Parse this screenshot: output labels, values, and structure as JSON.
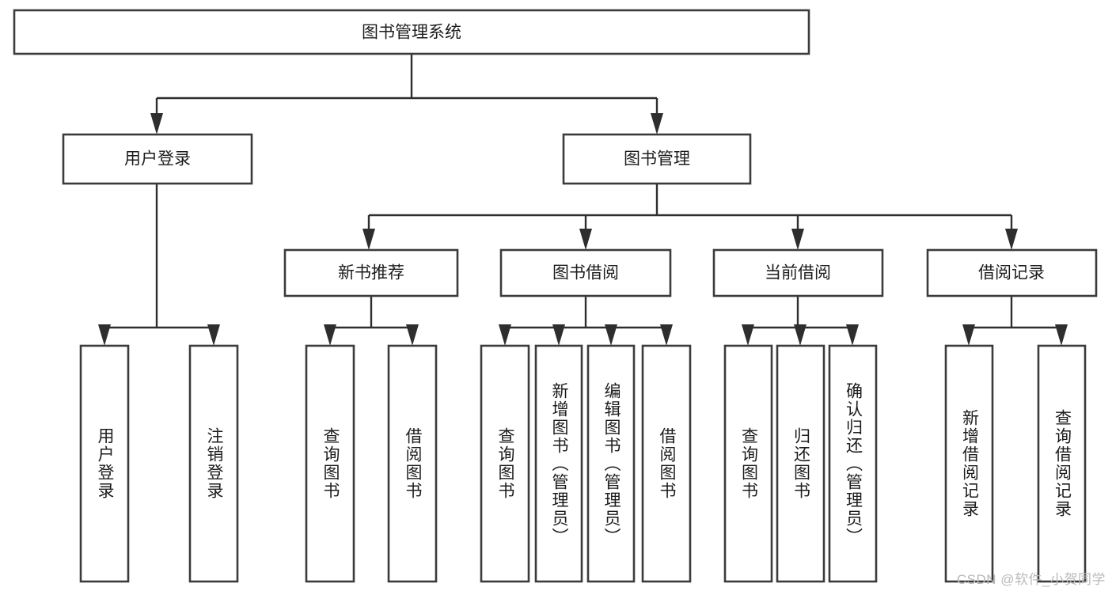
{
  "diagram": {
    "title": "图书管理系统",
    "type": "tree-hierarchy-diagram",
    "root": {
      "label": "图书管理系统"
    },
    "level2": [
      {
        "label": "用户登录"
      },
      {
        "label": "图书管理"
      }
    ],
    "level3": [
      {
        "label": "新书推荐"
      },
      {
        "label": "图书借阅"
      },
      {
        "label": "当前借阅"
      },
      {
        "label": "借阅记录"
      }
    ],
    "leaves": {
      "user_login": [
        {
          "label": "用户登录"
        },
        {
          "label": "注销登录"
        }
      ],
      "new_book_recommend": [
        {
          "label": "查询图书"
        },
        {
          "label": "借阅图书"
        }
      ],
      "book_borrow": [
        {
          "label": "查询图书"
        },
        {
          "label": "新增图书（管理员）"
        },
        {
          "label": "编辑图书（管理员）"
        },
        {
          "label": "借阅图书"
        }
      ],
      "current_borrow": [
        {
          "label": "查询图书"
        },
        {
          "label": "归还图书"
        },
        {
          "label": "确认归还（管理员）"
        }
      ],
      "borrow_record": [
        {
          "label": "新增借阅记录"
        },
        {
          "label": "查询借阅记录"
        }
      ]
    }
  },
  "watermark": {
    "text": "CSDN @软件_小贺同学"
  },
  "colors": {
    "box_border": "#3b3b3b",
    "connector": "#2e2e2e",
    "text": "#1c1c1c",
    "background": "#ffffff",
    "watermark": "#b9b9b9"
  }
}
